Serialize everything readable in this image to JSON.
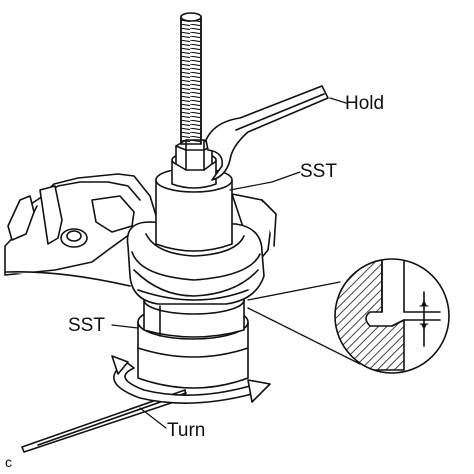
{
  "labels": {
    "hold": "Hold",
    "sst_top": "SST",
    "sst_left": "SST",
    "turn": "Turn",
    "corner_code": "c"
  },
  "colors": {
    "line": "#111111",
    "fill": "#ffffff",
    "shade": "#9a9a9a"
  }
}
